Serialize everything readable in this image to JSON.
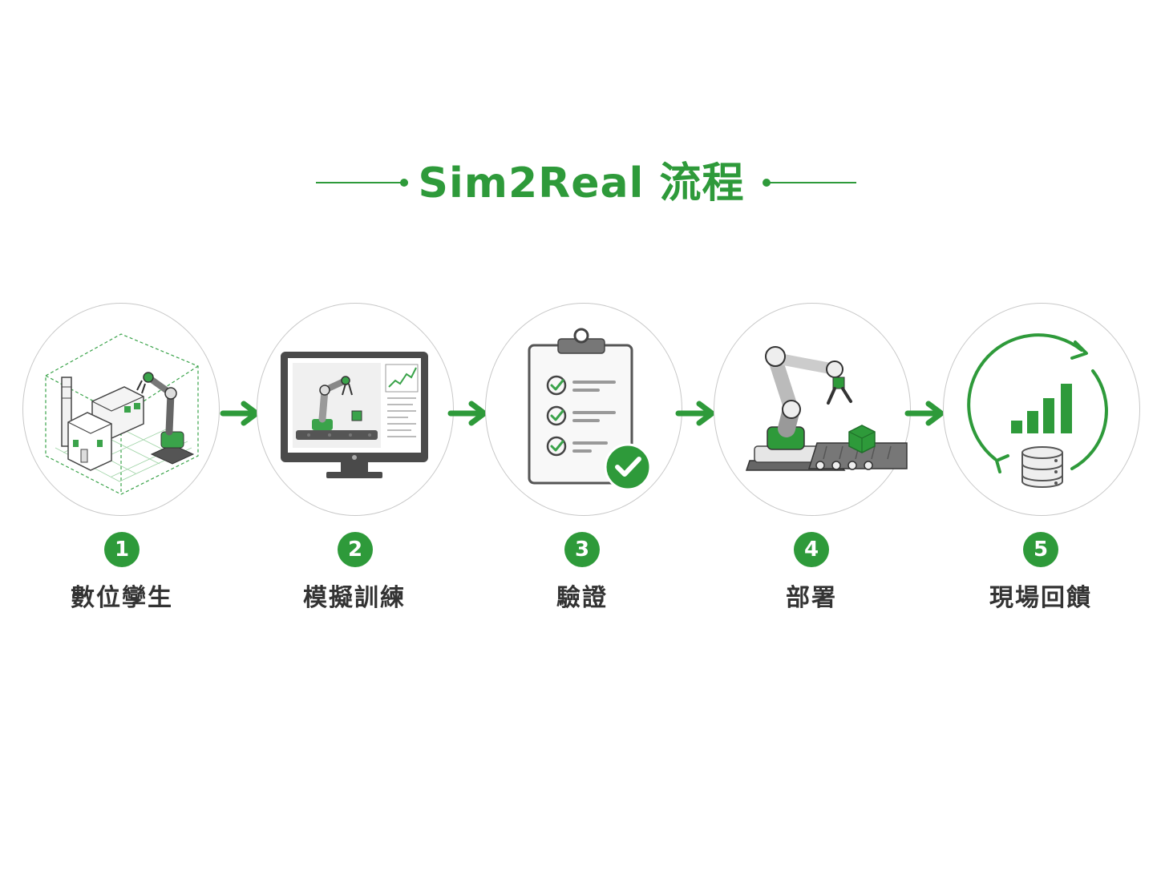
{
  "title": "Sim2Real 流程",
  "colors": {
    "accent": "#2e9a3a",
    "circle_border": "#c8c8c8",
    "label_text": "#333333",
    "icon_gray": "#555555"
  },
  "steps": [
    {
      "number": "1",
      "label": "數位孿生",
      "icon": "digital-twin-factory-icon"
    },
    {
      "number": "2",
      "label": "模擬訓練",
      "icon": "simulation-monitor-icon"
    },
    {
      "number": "3",
      "label": "驗證",
      "icon": "validation-clipboard-icon"
    },
    {
      "number": "4",
      "label": "部署",
      "icon": "robot-arm-deployment-icon"
    },
    {
      "number": "5",
      "label": "現場回饋",
      "icon": "feedback-cycle-icon"
    }
  ]
}
